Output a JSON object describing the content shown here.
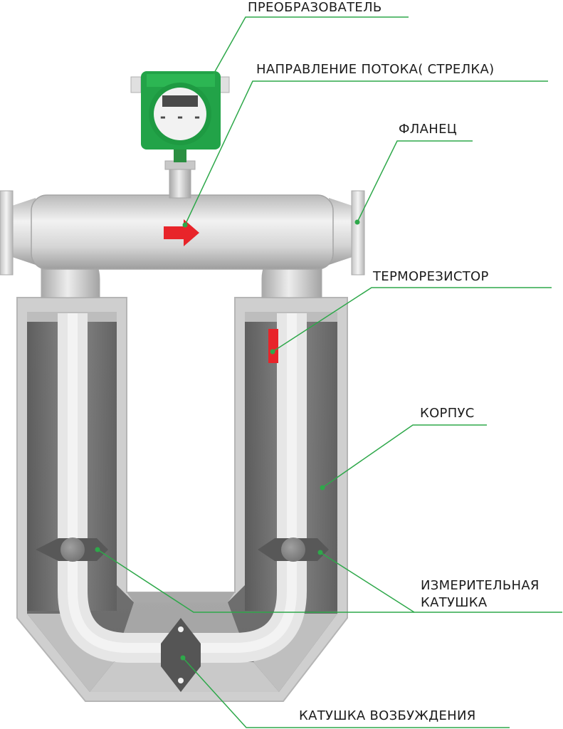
{
  "labels": {
    "converter": "ПРЕОБРАЗОВАТЕЛЬ",
    "flow_direction": "НАПРАВЛЕНИЕ ПОТОКА( СТРЕЛКА)",
    "flange": "ФЛАНЕЦ",
    "thermistor": "ТЕРМОРЕЗИСТОР",
    "housing": "КОРПУС",
    "measuring_coil_line1": "ИЗМЕРИТЕЛЬНАЯ",
    "measuring_coil_line2": "КАТУШКА",
    "excitation_coil": "КАТУШКА ВОЗБУЖДЕНИЯ"
  },
  "colors": {
    "leader": "#2ea84a",
    "transmitter_green": "#22a348",
    "flow_arrow": "#e8242a",
    "thermistor": "#e8242a",
    "housing_dark": "#6b6b6b",
    "tube_light": "#ececec"
  },
  "display": {
    "dashes": "- - -"
  }
}
